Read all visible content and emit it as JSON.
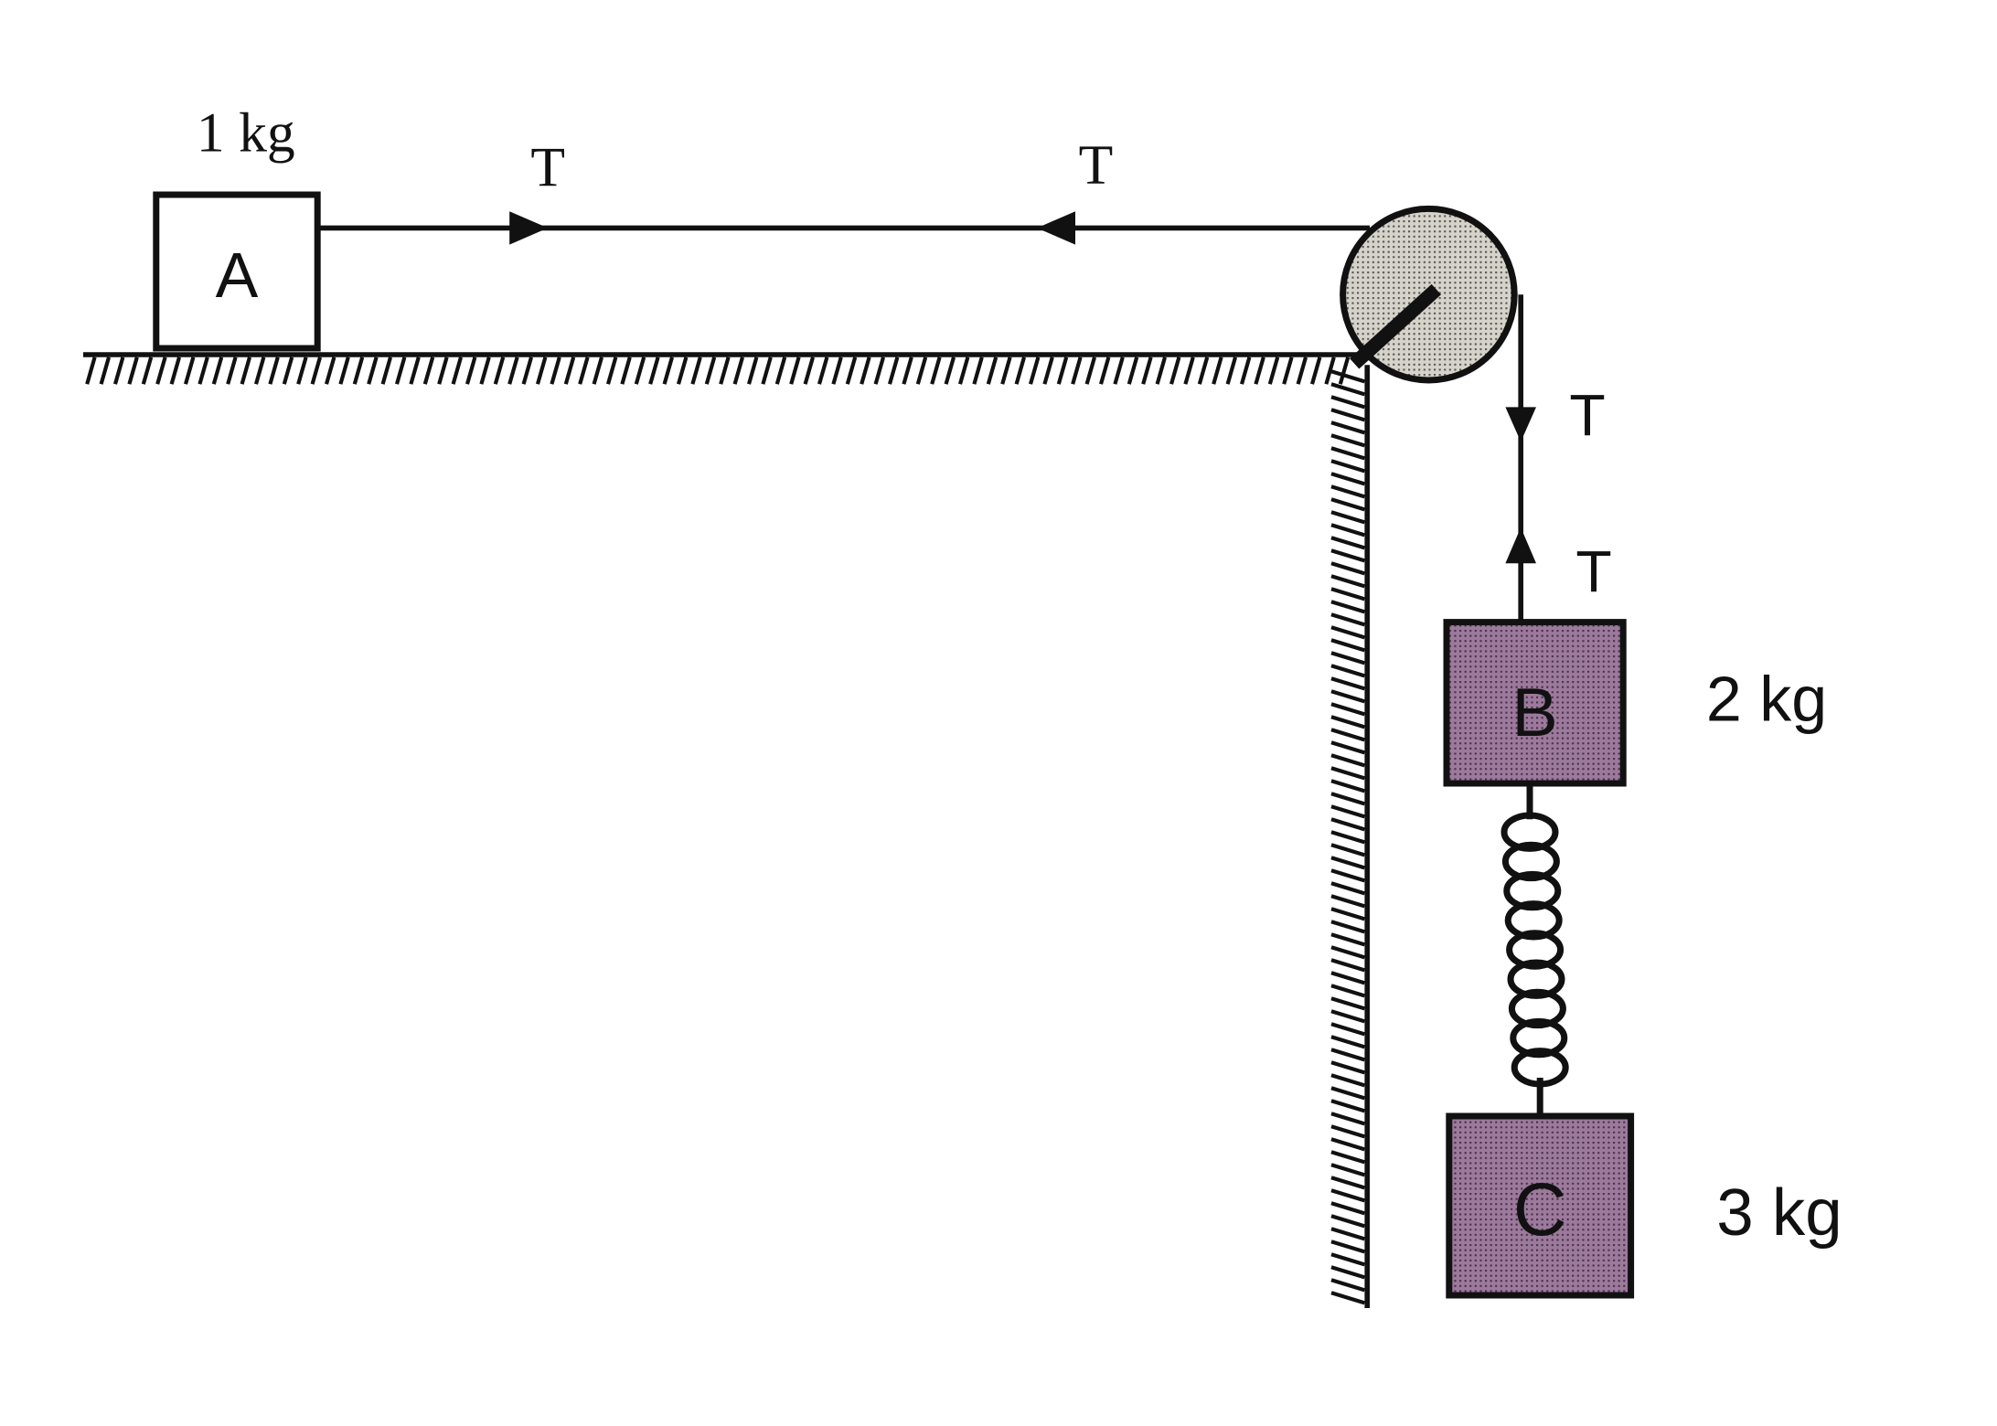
{
  "block_a": {
    "label": "A",
    "mass": "1 kg"
  },
  "block_b": {
    "label": "B",
    "mass": "2 kg"
  },
  "block_c": {
    "label": "C",
    "mass": "3 kg"
  },
  "tensions": {
    "horizontal_left": "T",
    "horizontal_right": "T",
    "vertical_top": "T",
    "vertical_bottom": "T"
  },
  "colors": {
    "ink": "#111111",
    "block_fill": "#8c6f8c",
    "pulley_fill": "#c9c6bd"
  }
}
